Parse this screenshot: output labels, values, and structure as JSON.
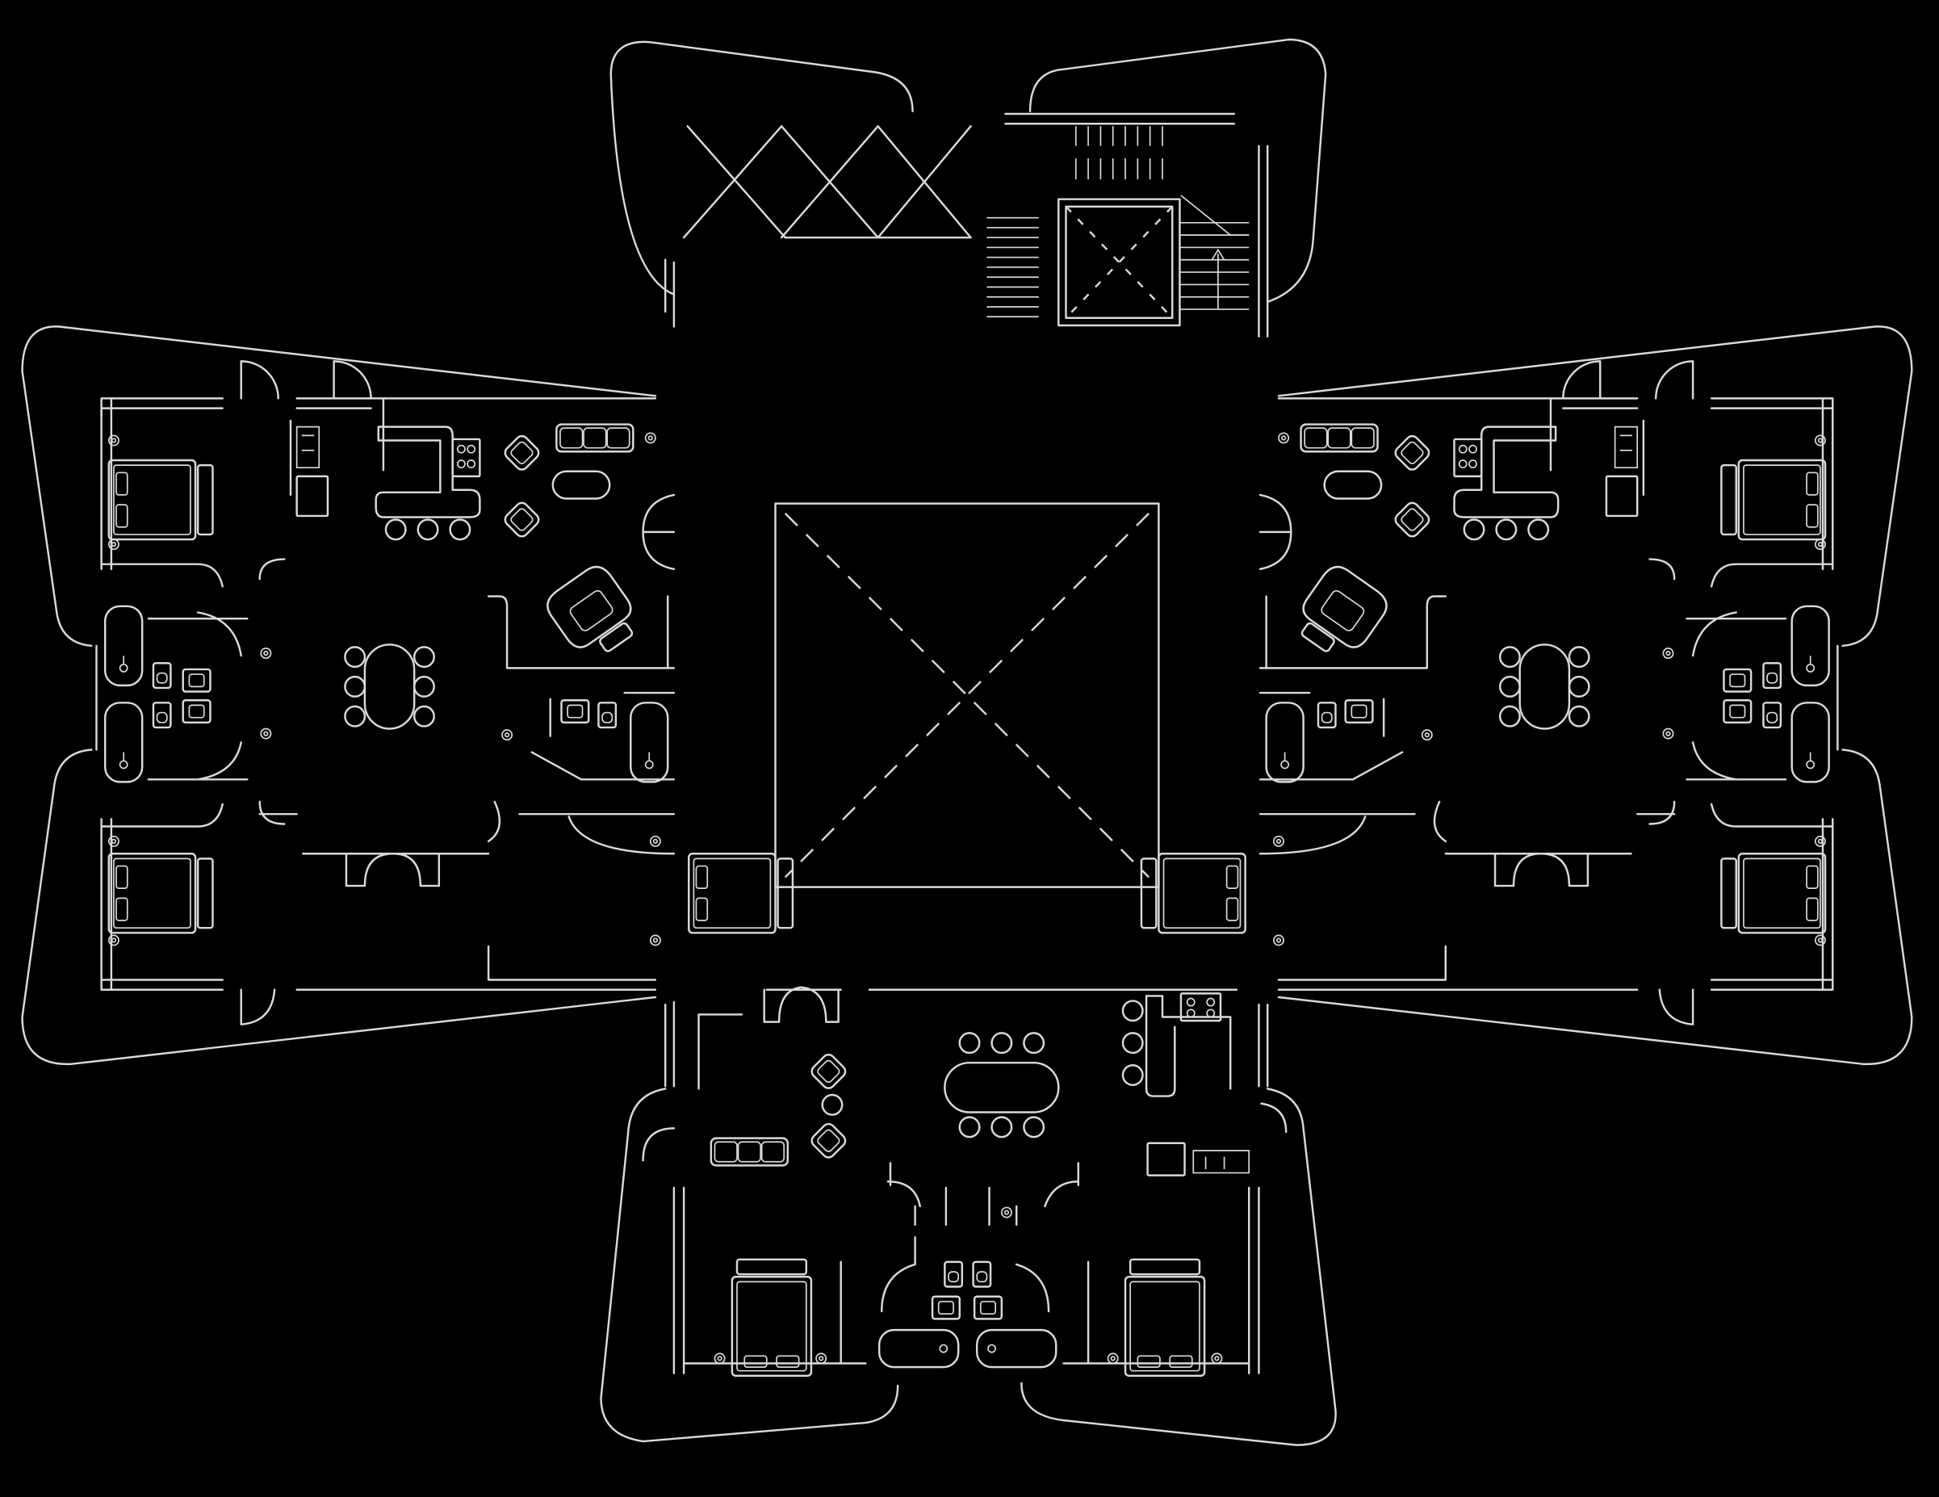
{
  "drawing": {
    "kind": "architectural floor plan",
    "colors": {
      "background": "#000000",
      "linework": "#d9d9d9"
    },
    "labels": []
  },
  "wings": [
    {
      "id": "north",
      "content": "stair-and-services"
    },
    {
      "id": "west",
      "content": "apartment"
    },
    {
      "id": "east",
      "content": "apartment"
    },
    {
      "id": "south",
      "content": "apartment"
    }
  ],
  "center": {
    "content": "courtyard-void"
  }
}
